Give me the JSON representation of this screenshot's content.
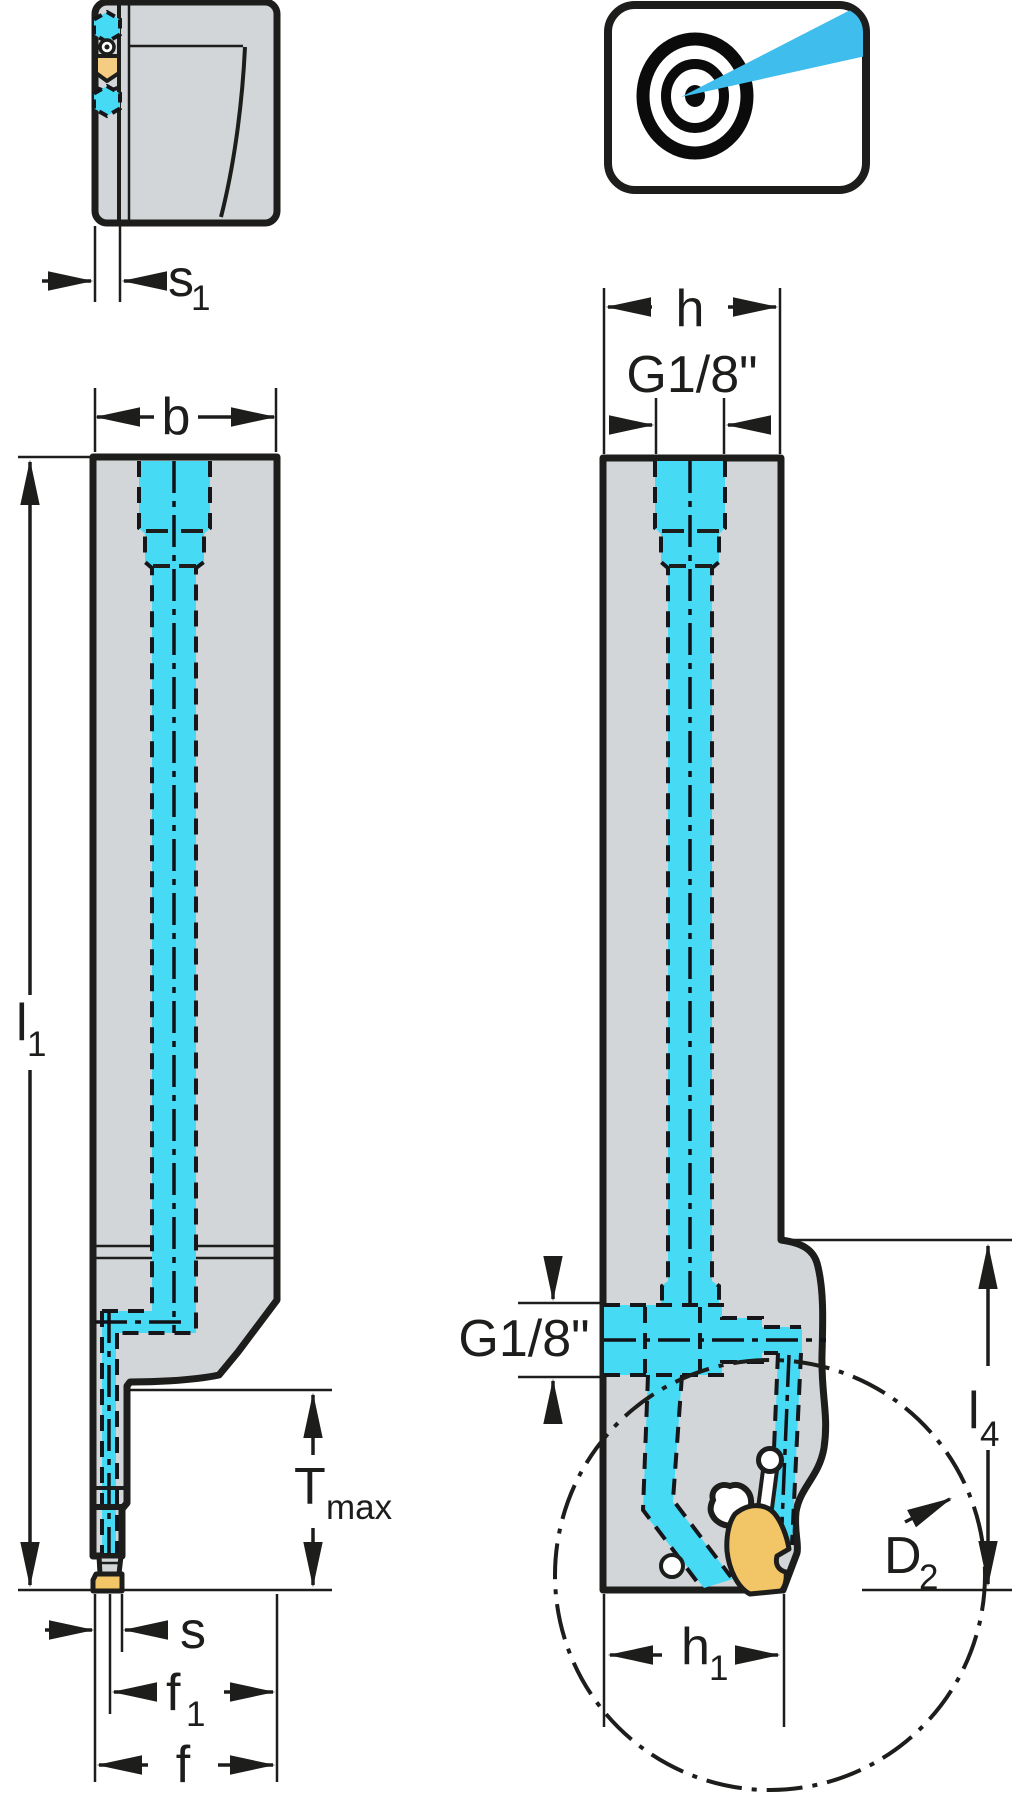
{
  "drawing": {
    "type": "technical-drawing-tool-holder",
    "colors": {
      "body_gray": "#d3d6d8",
      "outline_black": "#1d1d1b",
      "coolant_cyan": "#46daf5",
      "insert_orange": "#f2c566",
      "icon_blue": "#3fbdec",
      "background": "#ffffff"
    },
    "icon": {
      "name": "precision-coolant-target-icon"
    },
    "top_view": {
      "dims": {
        "s1_main": "s",
        "s1_sub": "1"
      }
    },
    "front_view": {
      "dims": {
        "b": "b",
        "l1_main": "l",
        "l1_sub": "1",
        "tmax_main": "T",
        "tmax_sub": "max",
        "s": "s",
        "f1_main": "f",
        "f1_sub": "1",
        "f": "f"
      }
    },
    "side_view": {
      "dims": {
        "h": "h",
        "g18_top": "G1/8\"",
        "g18_side": "G1/8\"",
        "l4_main": "l",
        "l4_sub": "4",
        "d2_main": "D",
        "d2_sub": "2",
        "h1_main": "h",
        "h1_sub": "1"
      }
    }
  }
}
